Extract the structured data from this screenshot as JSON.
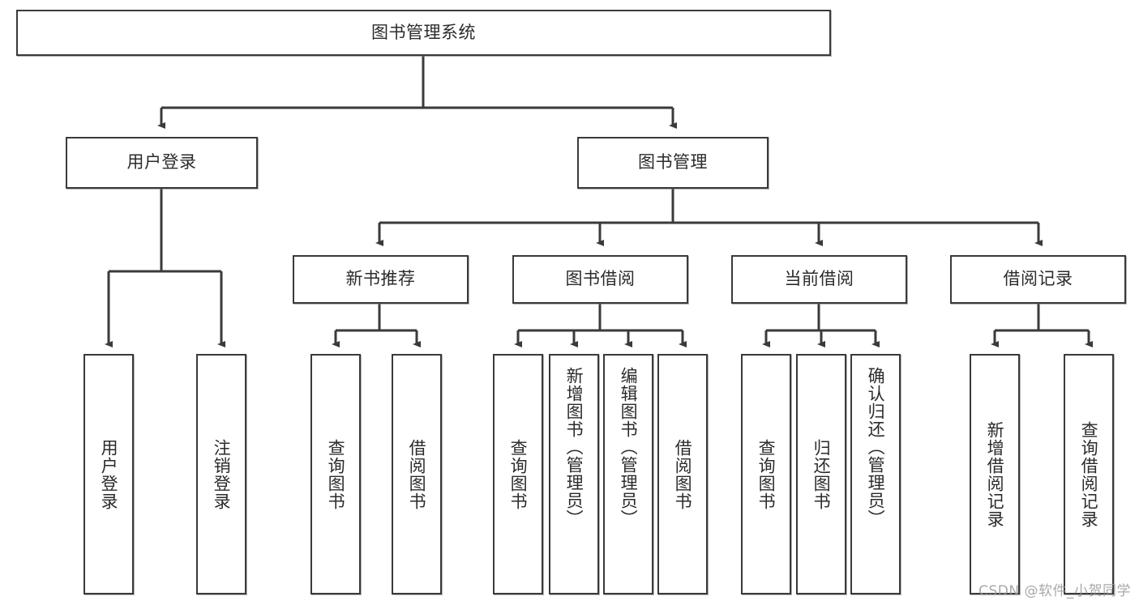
{
  "diagram": {
    "title": "图书管理系统",
    "type": "tree-hierarchy-chart",
    "watermark": "CSDN @软件_小贺同学",
    "colors": {
      "border": "#3a3a3a",
      "text": "#2b2b2b",
      "background": "#ffffff",
      "watermark": "#9a9a9a"
    },
    "root": {
      "label": "图书管理系统"
    },
    "level2": [
      {
        "label": "用户登录"
      },
      {
        "label": "图书管理"
      }
    ],
    "level3": [
      {
        "label": "新书推荐"
      },
      {
        "label": "图书借阅"
      },
      {
        "label": "当前借阅"
      },
      {
        "label": "借阅记录"
      }
    ],
    "leaves": {
      "user_login": [
        {
          "label": "用户登录"
        },
        {
          "label": "注销登录"
        }
      ],
      "new_book_recommend": [
        {
          "label": "查询图书"
        },
        {
          "label": "借阅图书"
        }
      ],
      "book_borrow": [
        {
          "label": "查询图书"
        },
        {
          "label": "新增图书（管理员）"
        },
        {
          "label": "编辑图书（管理员）"
        },
        {
          "label": "借阅图书"
        }
      ],
      "current_borrow": [
        {
          "label": "查询图书"
        },
        {
          "label": "归还图书"
        },
        {
          "label": "确认归还（管理员）"
        }
      ],
      "borrow_record": [
        {
          "label": "新增借阅记录"
        },
        {
          "label": "查询借阅记录"
        }
      ]
    }
  }
}
